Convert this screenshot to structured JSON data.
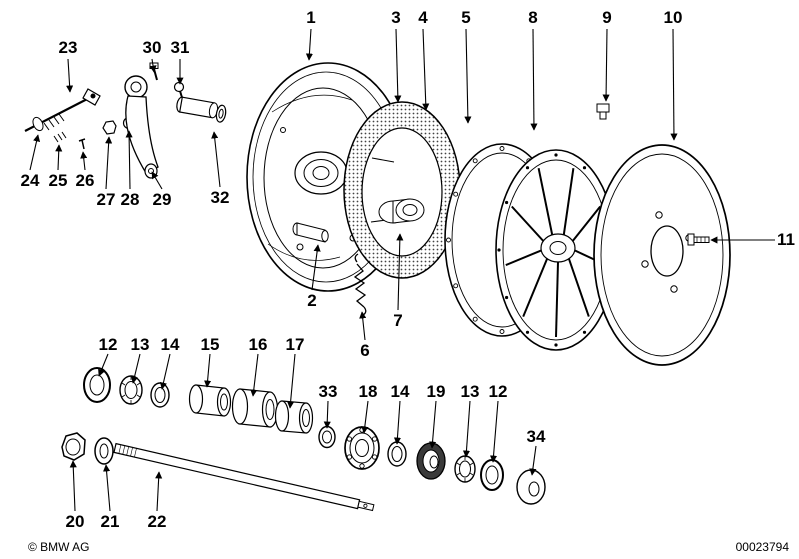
{
  "meta": {
    "copyright": "© BMW AG",
    "document_number": "00023794"
  },
  "diagram": {
    "type": "exploded-parts-diagram",
    "subject": "wheel-brake-drum-assembly"
  },
  "callouts": [
    {
      "label": "1"
    },
    {
      "label": "3"
    },
    {
      "label": "4"
    },
    {
      "label": "5"
    },
    {
      "label": "8"
    },
    {
      "label": "9"
    },
    {
      "label": "10"
    },
    {
      "label": "23"
    },
    {
      "label": "30"
    },
    {
      "label": "31"
    },
    {
      "label": "24"
    },
    {
      "label": "25"
    },
    {
      "label": "26"
    },
    {
      "label": "27"
    },
    {
      "label": "28"
    },
    {
      "label": "29"
    },
    {
      "label": "32"
    },
    {
      "label": "2"
    },
    {
      "label": "7"
    },
    {
      "label": "6"
    },
    {
      "label": "11"
    },
    {
      "label": "12"
    },
    {
      "label": "13"
    },
    {
      "label": "14"
    },
    {
      "label": "15"
    },
    {
      "label": "16"
    },
    {
      "label": "17"
    },
    {
      "label": "33"
    },
    {
      "label": "18"
    },
    {
      "label": "14"
    },
    {
      "label": "19"
    },
    {
      "label": "13"
    },
    {
      "label": "12"
    },
    {
      "label": "34"
    },
    {
      "label": "20"
    },
    {
      "label": "21"
    },
    {
      "label": "22"
    }
  ]
}
